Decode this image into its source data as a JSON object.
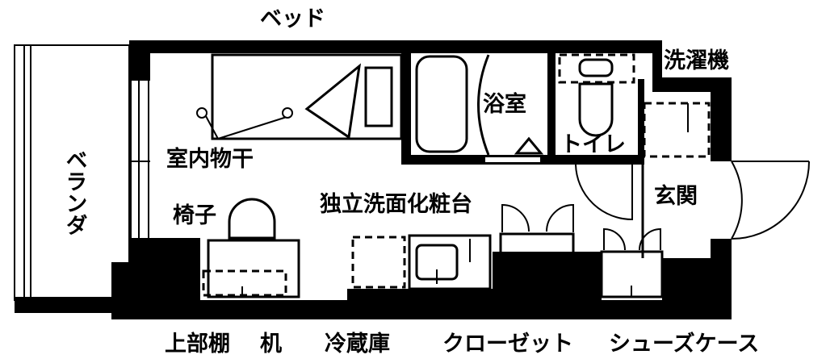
{
  "plan": {
    "labels": {
      "bed": "ベッド",
      "washing_machine": "洗濯機",
      "bathroom": "浴室",
      "toilet": "トイレ",
      "indoor_drying": "室内物干",
      "veranda": "ベランダ",
      "entrance": "玄関",
      "chair": "椅子",
      "vanity": "独立洗面化粧台",
      "upper_shelf": "上部棚",
      "desk": "机",
      "refrigerator": "冷蔵庫",
      "closet": "クローゼット",
      "shoe_case": "シューズケース"
    }
  }
}
